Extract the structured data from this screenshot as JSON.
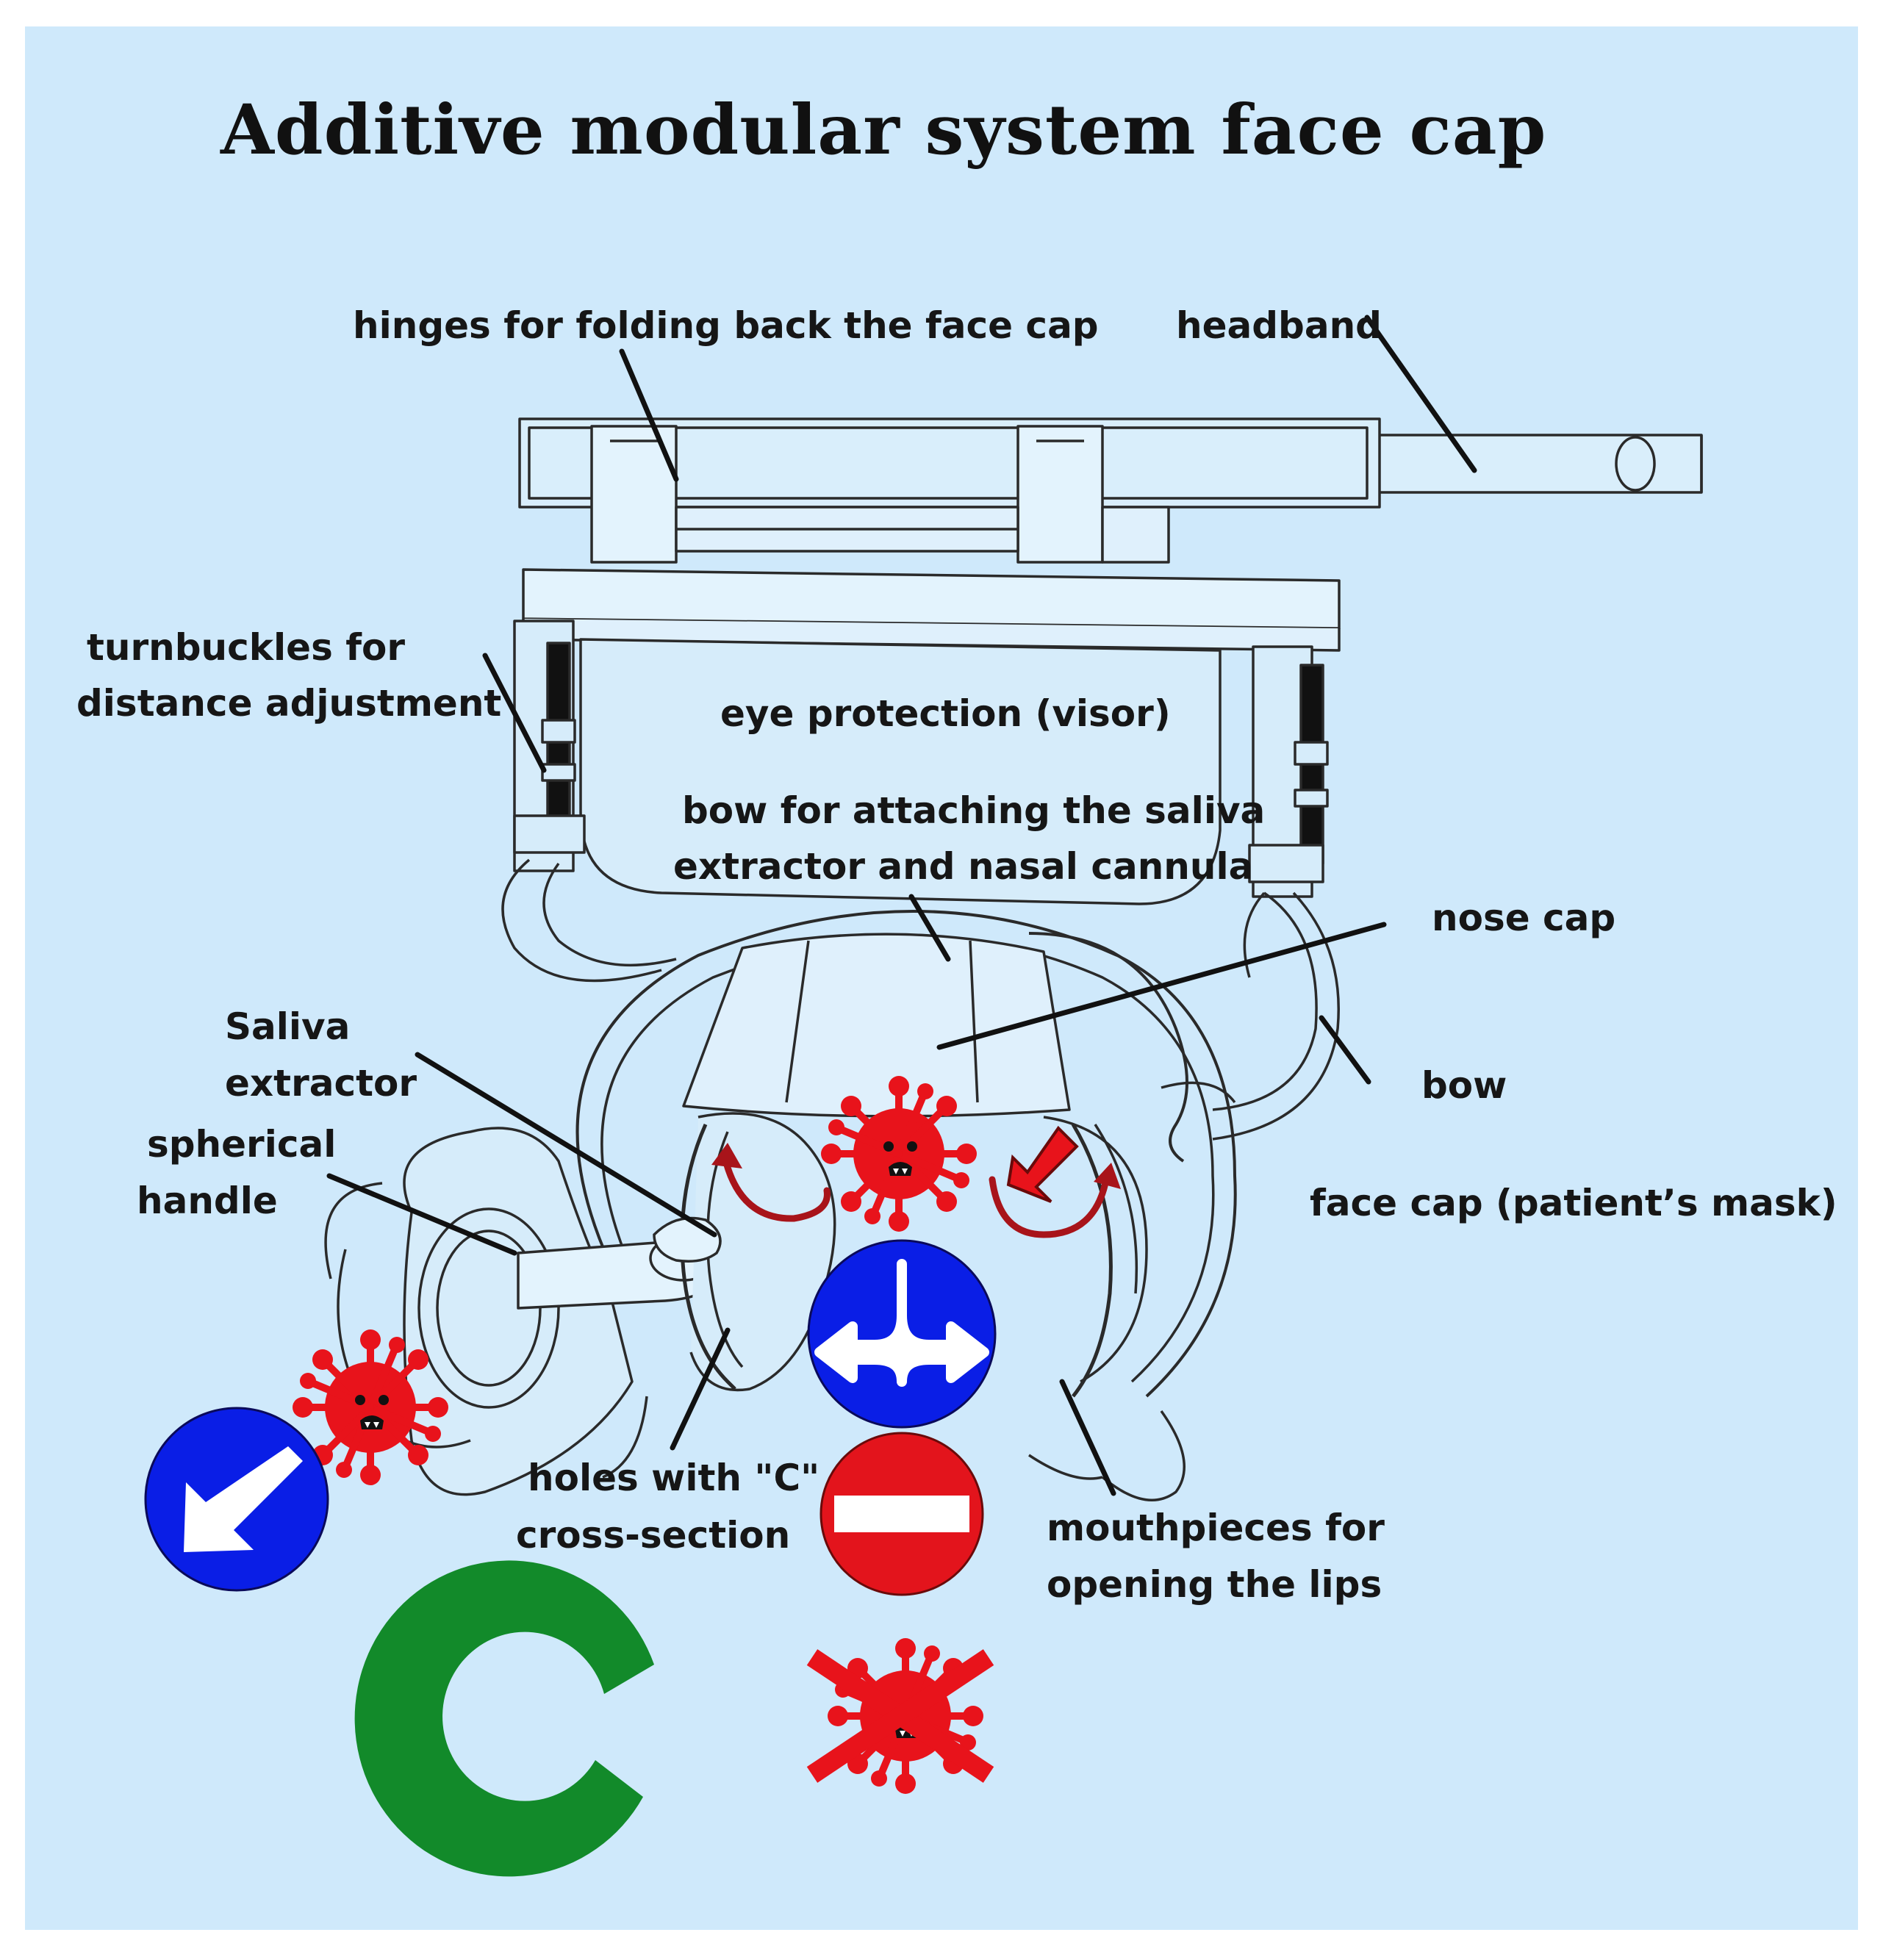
{
  "title": "Additive modular system face cap",
  "labels": {
    "hinges": "hinges for folding back the face cap",
    "headband": "headband",
    "turnbuckles_line1": "turnbuckles for",
    "turnbuckles_line2": "distance adjustment",
    "visor": "eye protection (visor)",
    "bow_attach_line1": "bow for attaching the saliva",
    "bow_attach_line2": "extractor and nasal cannula",
    "nose_cap": "nose cap",
    "saliva_line1": "Saliva",
    "saliva_line2": "extractor",
    "bow": "bow",
    "spherical_line1": "spherical",
    "spherical_line2": "handle",
    "face_cap": "face cap (patient’s mask)",
    "holes_line1": "holes with \"C\"",
    "holes_line2": "cross-section",
    "mouthpieces_line1": "mouthpieces for",
    "mouthpieces_line2": "opening the lips"
  },
  "colors": {
    "background": "#cfe9fb",
    "virus": "#e8131b",
    "sign_blue": "#0a1ee6",
    "sign_red": "#e3141c",
    "c_green": "#128a2a",
    "curve_arrow": "#a8141a",
    "outline": "#2a2a2a"
  },
  "icons": [
    "virus-icon",
    "split-arrow-sign-icon",
    "no-entry-sign-icon",
    "keep-left-sign-icon",
    "green-c-shape",
    "crossed-virus-icon",
    "red-down-left-arrow-icon",
    "curved-arrow-icon"
  ]
}
